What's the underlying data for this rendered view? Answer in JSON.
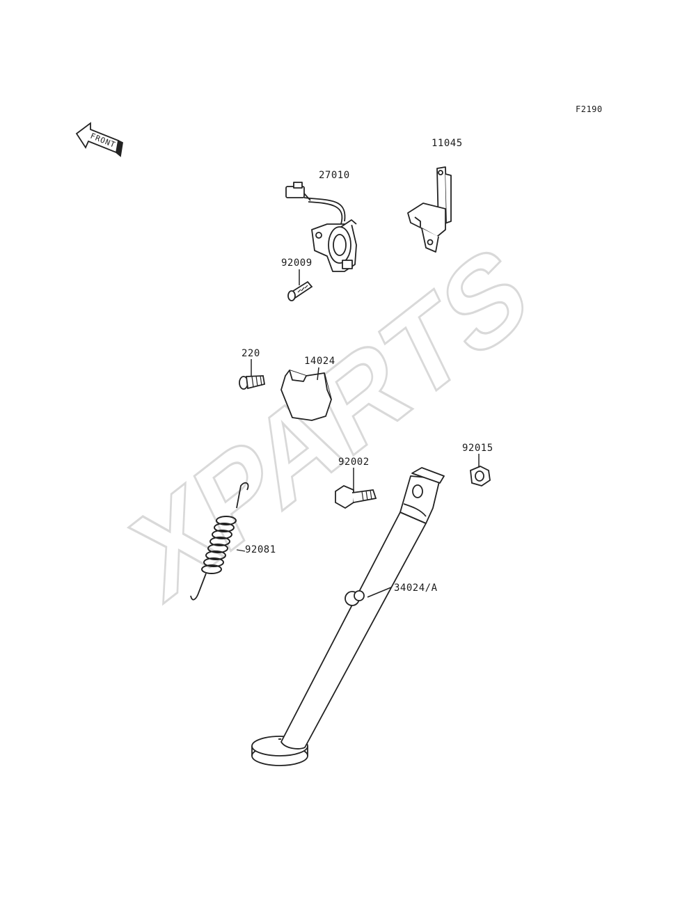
{
  "figure_code": "F2190",
  "orientation_label": "FRONT",
  "watermark_text": "XPARTS",
  "parts": [
    {
      "number": "11045"
    },
    {
      "number": "27010"
    },
    {
      "number": "92009"
    },
    {
      "number": "220"
    },
    {
      "number": "14024"
    },
    {
      "number": "92015"
    },
    {
      "number": "92002"
    },
    {
      "number": "92081"
    },
    {
      "number": "34024/A"
    }
  ]
}
